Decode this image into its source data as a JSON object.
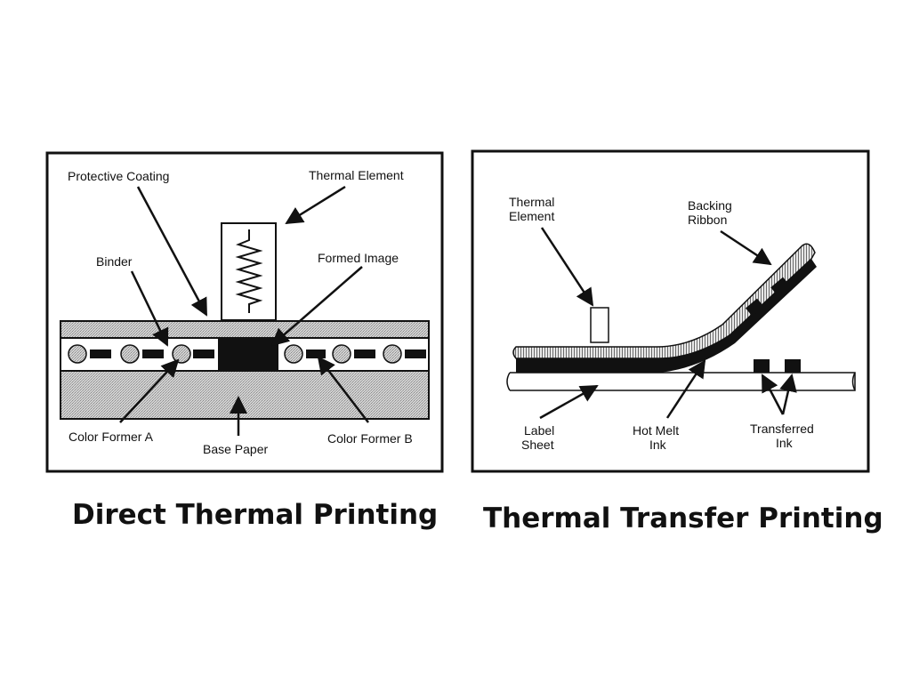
{
  "panels": {
    "direct": {
      "caption": "Direct Thermal Printing",
      "labels": {
        "protective_coating": "Protective Coating",
        "thermal_element": "Thermal Element",
        "binder": "Binder",
        "formed_image": "Formed Image",
        "color_former_a": "Color Former A",
        "base_paper": "Base Paper",
        "color_former_b": "Color Former B"
      }
    },
    "transfer": {
      "caption": "Thermal Transfer Printing",
      "labels": {
        "thermal_element_1": "Thermal",
        "thermal_element_2": "Element",
        "backing_ribbon_1": "Backing",
        "backing_ribbon_2": "Ribbon",
        "label_sheet_1": "Label",
        "label_sheet_2": "Sheet",
        "hot_melt_ink_1": "Hot Melt",
        "hot_melt_ink_2": "Ink",
        "transferred_ink_1": "Transferred",
        "transferred_ink_2": "Ink"
      }
    }
  },
  "colors": {
    "stipple_gray": "#c4c4c4",
    "ink_black": "#111111",
    "outline": "#111111",
    "background": "#ffffff"
  }
}
